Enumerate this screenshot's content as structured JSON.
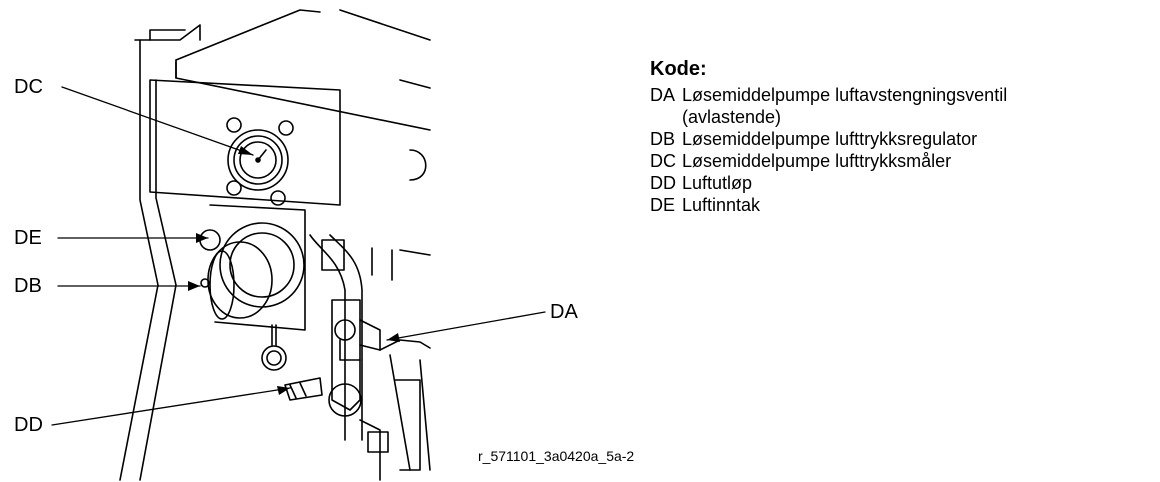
{
  "callouts": {
    "dc": "DC",
    "de": "DE",
    "db": "DB",
    "dd": "DD",
    "da": "DA"
  },
  "legend": {
    "title": "Kode:",
    "items": [
      {
        "code": "DA",
        "text": "Løsemiddelpumpe luftavstengningsventil",
        "continuation": "(avlastende)"
      },
      {
        "code": "DB",
        "text": "Løsemiddelpumpe lufttrykksregulator"
      },
      {
        "code": "DC",
        "text": "Løsemiddelpumpe lufttrykksmåler"
      },
      {
        "code": "DD",
        "text": "Luftutløp"
      },
      {
        "code": "DE",
        "text": "Luftinntak"
      }
    ]
  },
  "figure_id": "r_571101_3a0420a_5a-2"
}
